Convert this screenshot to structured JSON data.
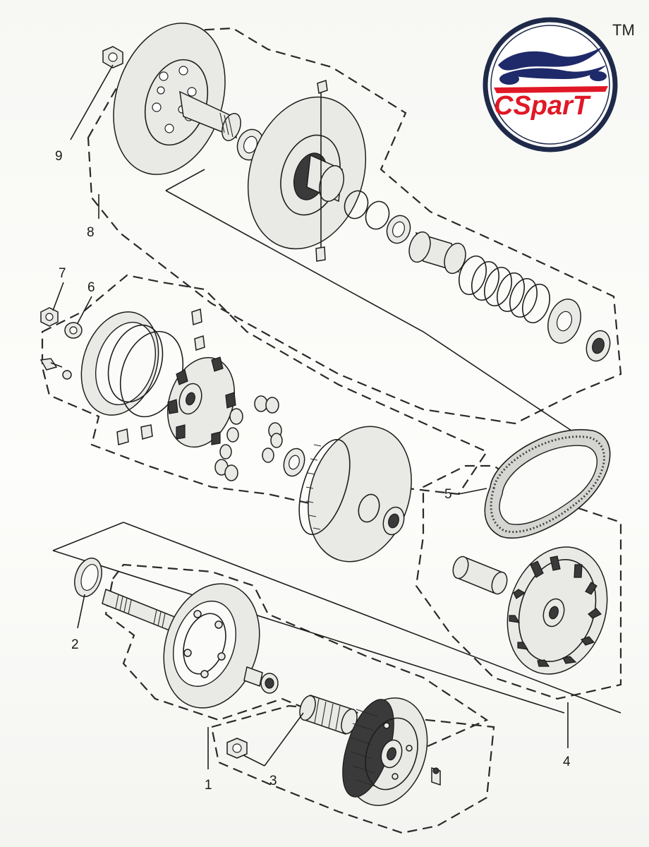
{
  "brand": {
    "name": "CSparT",
    "trademark": "TM",
    "colors": {
      "ring": "#1f2a4a",
      "accent": "#e01826",
      "bike": "#1f2a6a"
    }
  },
  "callouts": [
    {
      "id": "1",
      "label": "1"
    },
    {
      "id": "2",
      "label": "2"
    },
    {
      "id": "3",
      "label": "3"
    },
    {
      "id": "4",
      "label": "4"
    },
    {
      "id": "5",
      "label": "5"
    },
    {
      "id": "6",
      "label": "6"
    },
    {
      "id": "7",
      "label": "7"
    },
    {
      "id": "8",
      "label": "8"
    },
    {
      "id": "9",
      "label": "9"
    }
  ]
}
